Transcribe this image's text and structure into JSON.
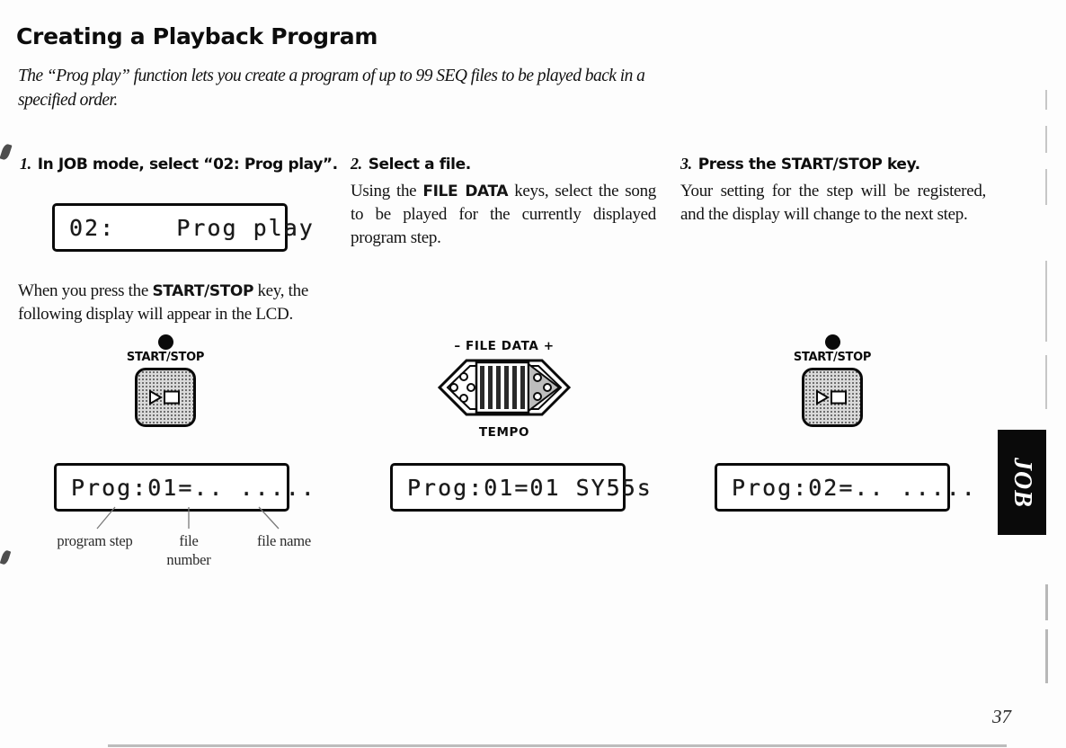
{
  "page": {
    "title": "Creating a Playback Program",
    "intro": "The “Prog play” function lets you create a program of up to 99 SEQ files to be played back in a specified order.",
    "page_number": "37",
    "section_tab": "JOB"
  },
  "steps": [
    {
      "number": "1.",
      "heading": "In JOB mode, select “02: Prog play”.",
      "body": "",
      "note": "When you press the START/STOP key, the following display will appear in the LCD.",
      "note_bold": "START/STOP"
    },
    {
      "number": "2.",
      "heading": "Select a file.",
      "body": "Using the FILE DATA keys, select the song to be played for the currently displayed program step.",
      "body_bold": "FILE DATA"
    },
    {
      "number": "3.",
      "heading": "Press the START/STOP key.",
      "body": "Your setting for the step will be registered, and the display will change to the next step.",
      "body_bold": ""
    }
  ],
  "lcd": {
    "mode_select": "02:    Prog play",
    "step1": "Prog:01=.. .....",
    "step2": "Prog:01=01 SY55s",
    "step3": "Prog:02=.. ....."
  },
  "controls": {
    "start_stop_label": "START/STOP",
    "file_data_label": "–  FILE DATA  +",
    "tempo_label": "TEMPO",
    "start_stop_icon": "play-stop-icon",
    "wheel_icon": "file-data-wheel-icon"
  },
  "callouts": {
    "program_step": "program step",
    "file_number": "file\nnumber",
    "file_name": "file name"
  },
  "colors": {
    "ink": "#0a0a0a",
    "paper": "#fdfdfd",
    "tab_background": "#0a0a0a",
    "tab_text": "#ffffff",
    "button_face": "#d9d9d9"
  }
}
